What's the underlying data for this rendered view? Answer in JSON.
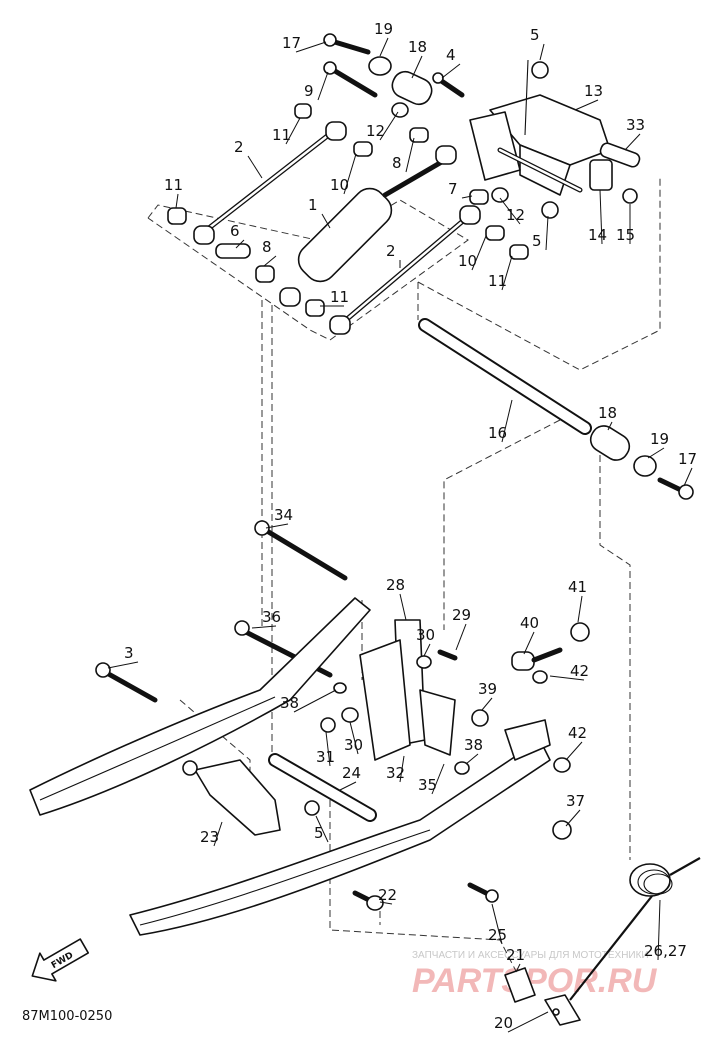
{
  "diagram_code": "87M100-0250",
  "fwd_label": "FWD",
  "watermark": {
    "line1": "ЗАПЧАСТИ И АКСЕССУАРЫ ДЛЯ МОТОТЕХНИКИ",
    "line2": "PARTSPOR.RU"
  },
  "callouts": [
    {
      "id": "c17a",
      "label": "17"
    },
    {
      "id": "c19a",
      "label": "19"
    },
    {
      "id": "c18a",
      "label": "18"
    },
    {
      "id": "c4",
      "label": "4"
    },
    {
      "id": "c5a",
      "label": "5"
    },
    {
      "id": "c9",
      "label": "9"
    },
    {
      "id": "c13",
      "label": "13"
    },
    {
      "id": "c33",
      "label": "33"
    },
    {
      "id": "c11a",
      "label": "11"
    },
    {
      "id": "c12a",
      "label": "12"
    },
    {
      "id": "c8a",
      "label": "8"
    },
    {
      "id": "c2a",
      "label": "2"
    },
    {
      "id": "c10a",
      "label": "10"
    },
    {
      "id": "c7",
      "label": "7"
    },
    {
      "id": "c11b",
      "label": "11"
    },
    {
      "id": "c1",
      "label": "1"
    },
    {
      "id": "c12b",
      "label": "12"
    },
    {
      "id": "c5b",
      "label": "5"
    },
    {
      "id": "c14",
      "label": "14"
    },
    {
      "id": "c15",
      "label": "15"
    },
    {
      "id": "c6",
      "label": "6"
    },
    {
      "id": "c8b",
      "label": "8"
    },
    {
      "id": "c2b",
      "label": "2"
    },
    {
      "id": "c10b",
      "label": "10"
    },
    {
      "id": "c11c",
      "label": "11"
    },
    {
      "id": "c11d",
      "label": "11"
    },
    {
      "id": "c16",
      "label": "16"
    },
    {
      "id": "c18b",
      "label": "18"
    },
    {
      "id": "c19b",
      "label": "19"
    },
    {
      "id": "c17b",
      "label": "17"
    },
    {
      "id": "c34",
      "label": "34"
    },
    {
      "id": "c28",
      "label": "28"
    },
    {
      "id": "c41",
      "label": "41"
    },
    {
      "id": "c36",
      "label": "36"
    },
    {
      "id": "c29",
      "label": "29"
    },
    {
      "id": "c30a",
      "label": "30"
    },
    {
      "id": "c40",
      "label": "40"
    },
    {
      "id": "c3",
      "label": "3"
    },
    {
      "id": "c42a",
      "label": "42"
    },
    {
      "id": "c38a",
      "label": "38"
    },
    {
      "id": "c39",
      "label": "39"
    },
    {
      "id": "c30b",
      "label": "30"
    },
    {
      "id": "c38b",
      "label": "38"
    },
    {
      "id": "c42b",
      "label": "42"
    },
    {
      "id": "c31",
      "label": "31"
    },
    {
      "id": "c24",
      "label": "24"
    },
    {
      "id": "c32",
      "label": "32"
    },
    {
      "id": "c35",
      "label": "35"
    },
    {
      "id": "c37",
      "label": "37"
    },
    {
      "id": "c23",
      "label": "23"
    },
    {
      "id": "c5c",
      "label": "5"
    },
    {
      "id": "c22",
      "label": "22"
    },
    {
      "id": "c25",
      "label": "25"
    },
    {
      "id": "c26_27",
      "label": "26,27"
    },
    {
      "id": "c21",
      "label": "21"
    },
    {
      "id": "c20",
      "label": "20"
    }
  ]
}
